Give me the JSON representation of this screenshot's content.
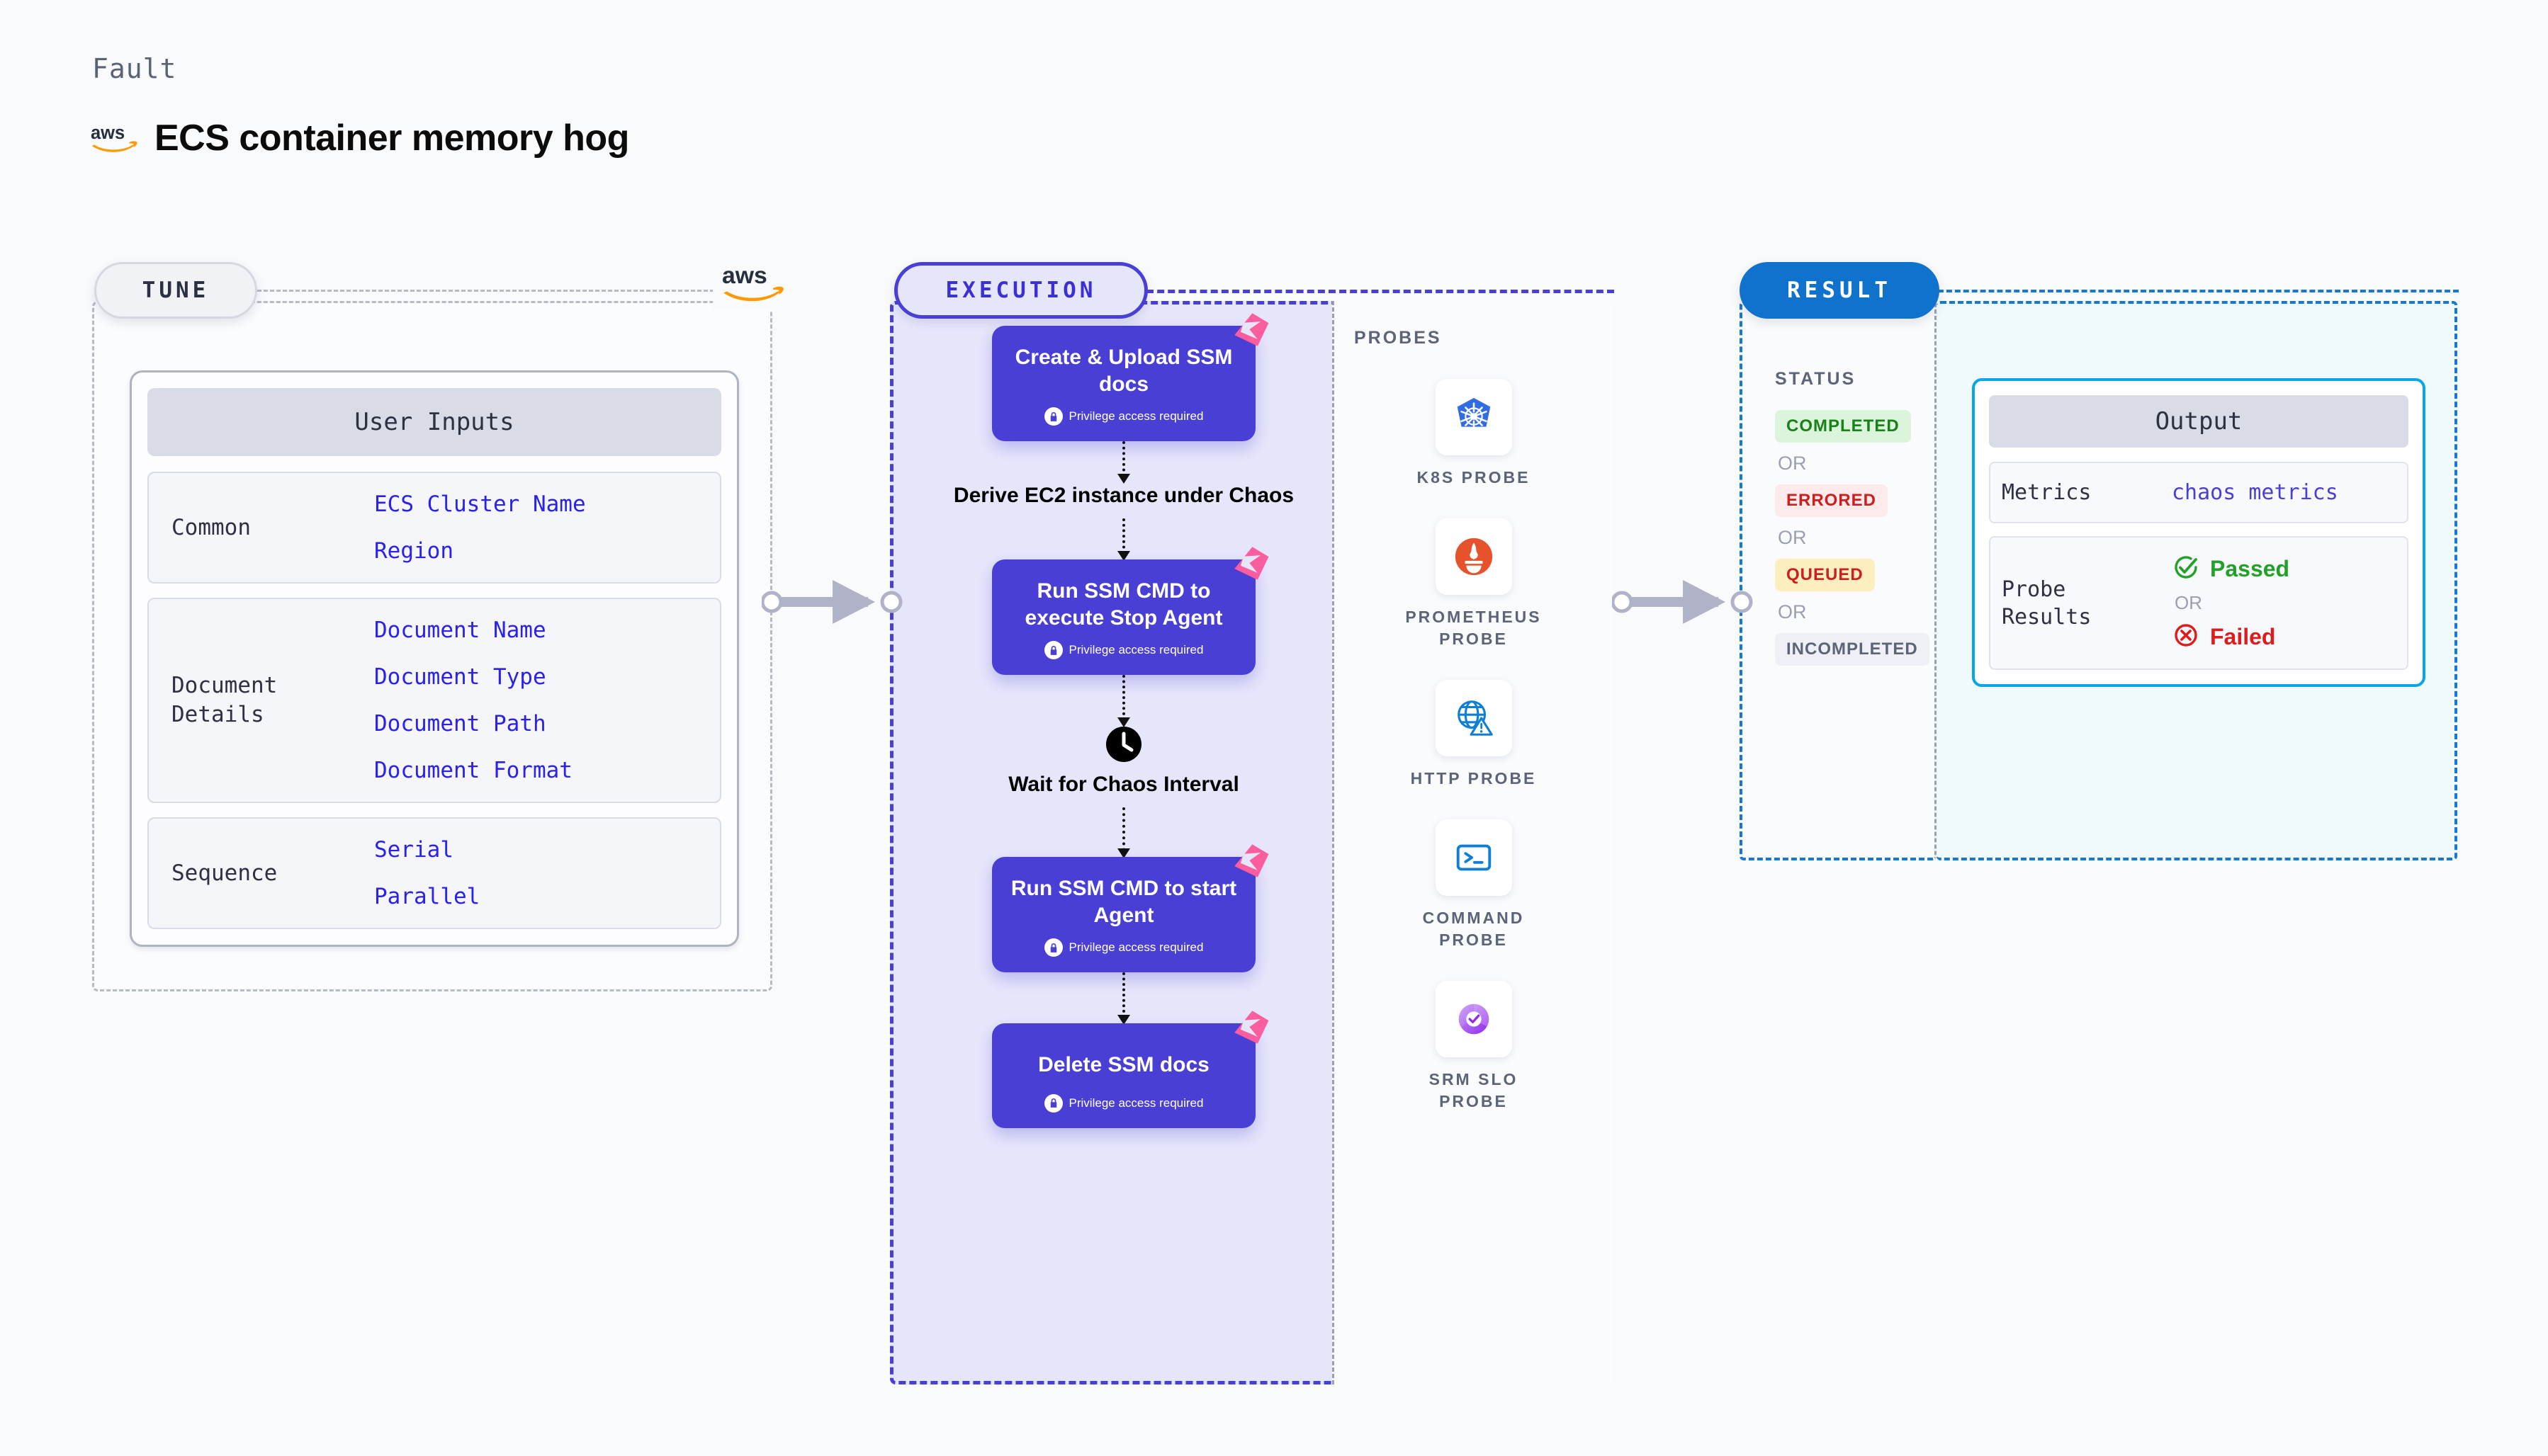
{
  "header": {
    "kicker": "Fault",
    "title": "ECS container memory hog",
    "brand_icon": "aws-logo"
  },
  "tune": {
    "pill_label": "TUNE",
    "brand_icon": "aws-logo",
    "card_title": "User Inputs",
    "groups": [
      {
        "label": "Common",
        "values": [
          "ECS Cluster Name",
          "Region"
        ]
      },
      {
        "label": "Document\nDetails",
        "values": [
          "Document Name",
          "Document Type",
          "Document Path",
          "Document Format"
        ]
      },
      {
        "label": "Sequence",
        "values": [
          "Serial",
          "Parallel"
        ]
      }
    ]
  },
  "execution": {
    "pill_label": "EXECUTION",
    "privilege_text": "Privilege access required",
    "nodes": [
      {
        "type": "card",
        "title": "Create & Upload SSM docs",
        "privileged": true,
        "ribbon": true
      },
      {
        "type": "plain",
        "title": "Derive EC2 instance under Chaos",
        "icon": null
      },
      {
        "type": "card",
        "title": "Run SSM CMD to execute Stop Agent",
        "privileged": true,
        "ribbon": true
      },
      {
        "type": "plain",
        "title": "Wait for Chaos Interval",
        "icon": "clock-icon"
      },
      {
        "type": "card",
        "title": "Run SSM CMD to start Agent",
        "privileged": true,
        "ribbon": true
      },
      {
        "type": "card",
        "title": "Delete SSM docs",
        "privileged": true,
        "ribbon": true
      }
    ]
  },
  "probes": {
    "label": "PROBES",
    "items": [
      {
        "name": "K8S PROBE",
        "icon": "kubernetes-icon"
      },
      {
        "name": "PROMETHEUS PROBE",
        "icon": "prometheus-icon"
      },
      {
        "name": "HTTP PROBE",
        "icon": "http-globe-icon"
      },
      {
        "name": "COMMAND PROBE",
        "icon": "terminal-icon"
      },
      {
        "name": "SRM SLO PROBE",
        "icon": "srm-slo-icon"
      }
    ]
  },
  "result": {
    "pill_label": "RESULT",
    "status_label": "STATUS",
    "or_label": "OR",
    "statuses": [
      {
        "label": "COMPLETED",
        "bg": "#dcf3dc",
        "fg": "#18821a"
      },
      {
        "label": "ERRORED",
        "bg": "#fdeaea",
        "fg": "#cc2020"
      },
      {
        "label": "QUEUED",
        "bg": "#fdeec0",
        "fg": "#cc2020"
      },
      {
        "label": "INCOMPLETED",
        "bg": "#eef0f6",
        "fg": "#5d6478"
      }
    ],
    "output": {
      "card_title": "Output",
      "rows": [
        {
          "label": "Metrics",
          "value": "chaos metrics",
          "type": "text"
        },
        {
          "label": "Probe\nResults",
          "type": "probe-results",
          "passed": "Passed",
          "failed": "Failed",
          "or_label": "OR"
        }
      ]
    }
  },
  "colors": {
    "accent_purple": "#4a3fd4",
    "accent_blue": "#0f72cd",
    "accent_cyan": "#06a6e8",
    "ribbon_pink": "#fb5e9e",
    "aws_orange": "#f90"
  }
}
